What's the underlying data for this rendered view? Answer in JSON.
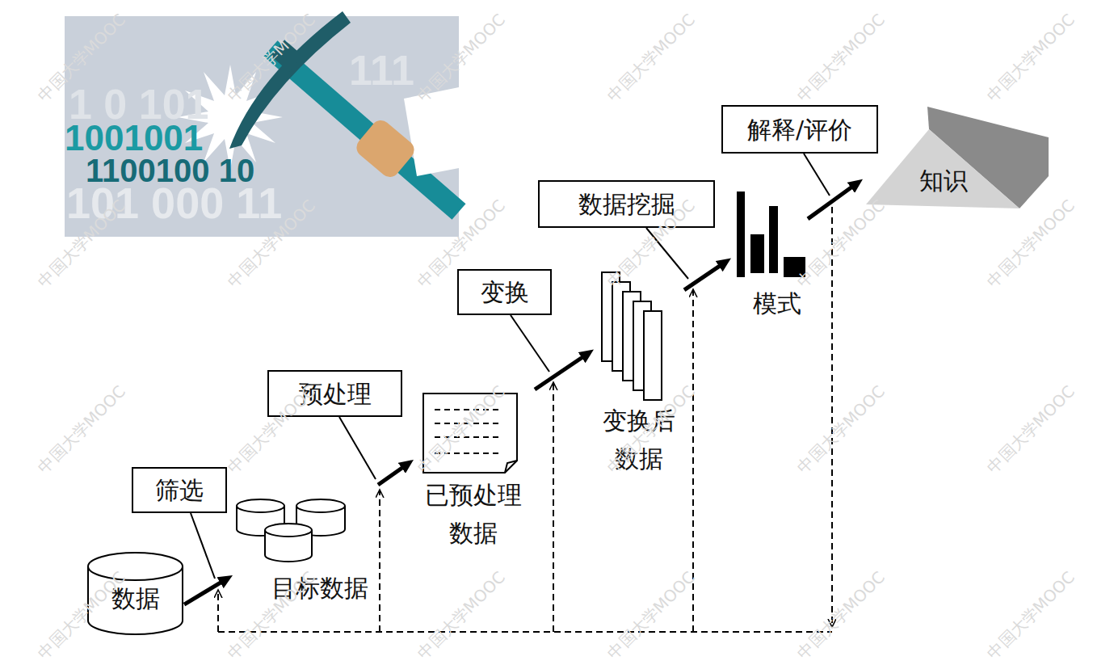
{
  "diagram": {
    "nodes": [
      {
        "text": [
          "数据"
        ]
      },
      {
        "text": [
          "筛选"
        ]
      },
      {
        "text": [
          "目标数据"
        ]
      },
      {
        "text": [
          "预处理"
        ]
      },
      {
        "text": [
          "已预处理 数据"
        ]
      },
      {
        "text": [
          "变换"
        ]
      },
      {
        "text": [
          "变换后 数据"
        ]
      },
      {
        "text": [
          "数据挖掘"
        ]
      },
      {
        "text": [
          "模式"
        ]
      },
      {
        "text": [
          "解释/评价"
        ]
      },
      {
        "text": [
          "知识"
        ]
      }
    ],
    "edges": [
      {
        "from": 0,
        "to": 2,
        "arrow": "to"
      },
      {
        "from": 2,
        "to": 4,
        "arrow": "to"
      },
      {
        "from": 4,
        "to": 6,
        "arrow": "to"
      },
      {
        "from": 6,
        "to": 8,
        "arrow": "to"
      },
      {
        "from": 8,
        "to": 10,
        "arrow": "to"
      }
    ],
    "labels": [
      "1 0 101",
      "111",
      "1001001",
      "1100100 10",
      "101 000 11",
      "中国大学MOOC",
      "中国大学MOOC",
      "中国大学MOOC",
      "中国大学MOOC",
      "中国大学MOOC",
      "中国大学MOOC",
      "中国大学MOOC",
      "中国大学MOOC",
      "中国大学MOOC",
      "中国大学MOOC",
      "中国大学MOOC",
      "中国大学MOOC",
      "中国大学MOOC",
      "中国大学MOOC",
      "中国大学MOOC",
      "中国大学MOOC",
      "中国大学MOOC",
      "中国大学MOOC",
      "中国大学MOOC",
      "中国大学MOOC",
      "中国大学MOOC",
      "中国大学MOOC",
      "中国大学MOOC",
      "中国大学MOOC"
    ]
  }
}
